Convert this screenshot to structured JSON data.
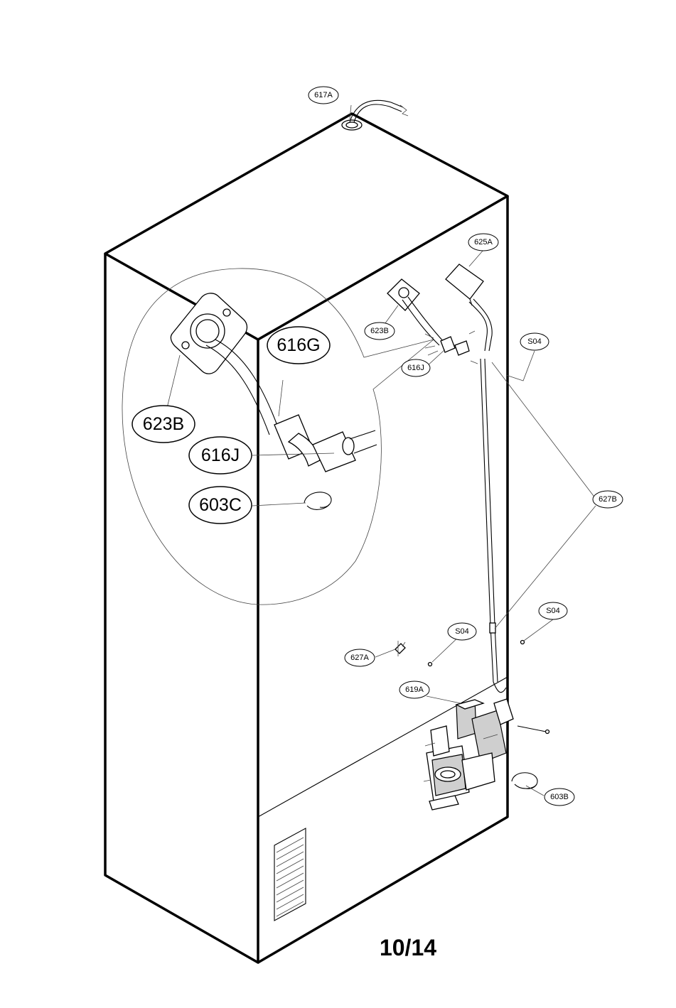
{
  "diagram": {
    "page_number": "10/14",
    "callouts": {
      "c617A": "617A",
      "c625A": "625A",
      "c623B": "623B",
      "c616J": "616J",
      "cS04a": "S04",
      "c627B": "627B",
      "cS04b": "S04",
      "cS04c": "S04",
      "c627A": "627A",
      "c619A": "619A",
      "c603B": "603B"
    },
    "detail_callouts": {
      "d616G": "616G",
      "d623B": "623B",
      "d616J": "616J",
      "d603C": "603C"
    }
  }
}
